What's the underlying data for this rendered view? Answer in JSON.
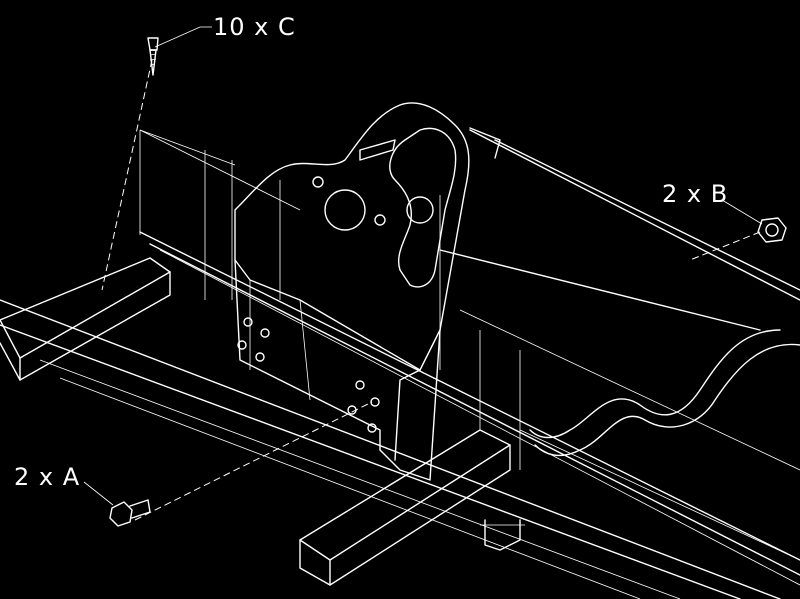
{
  "callouts": {
    "c": "10 x C",
    "b": "2 x B",
    "a": "2 x A"
  },
  "colors": {
    "background": "#000000",
    "line": "#ffffff"
  }
}
